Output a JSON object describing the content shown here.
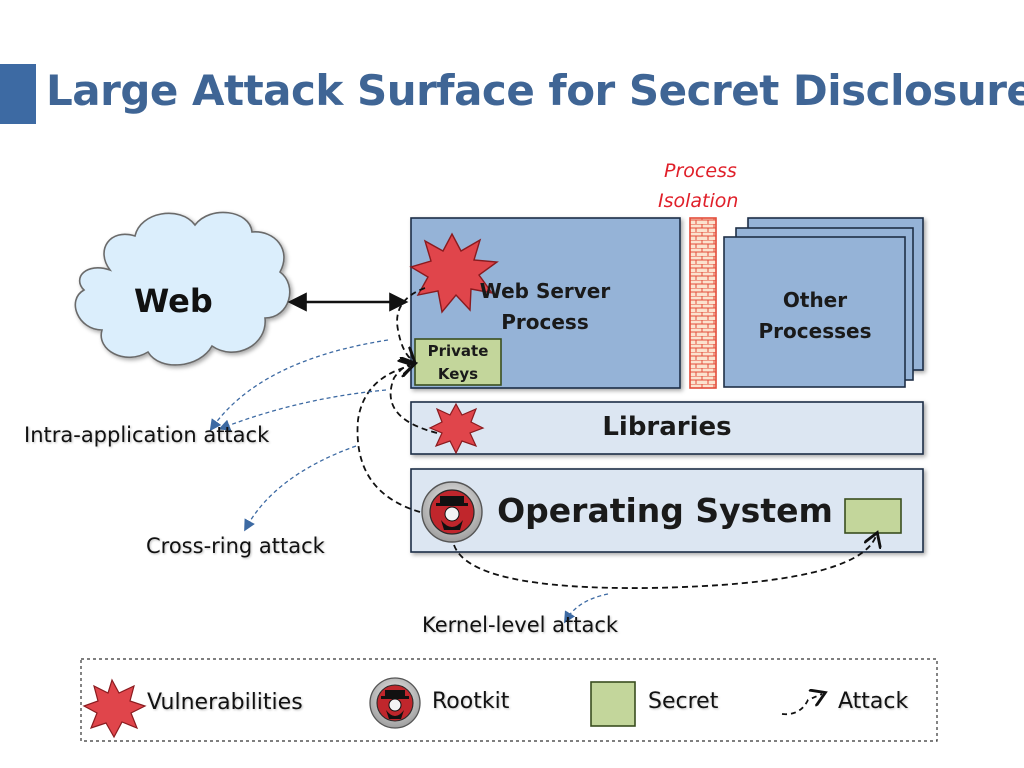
{
  "slide": {
    "title": "Large Attack Surface for Secret Disclosure"
  },
  "diagram": {
    "process_isolation_label_1": "Process",
    "process_isolation_label_2": "Isolation",
    "web_label": "Web",
    "web_server_label_1": "Web Server",
    "web_server_label_2": "Process",
    "private_keys_label_1": "Private",
    "private_keys_label_2": "Keys",
    "other_processes_label_1": "Other",
    "other_processes_label_2": "Processes",
    "libraries_label": "Libraries",
    "os_label": "Operating System",
    "intra_app_attack_label": "Intra-application attack",
    "cross_ring_attack_label": "Cross-ring attack",
    "kernel_level_attack_label": "Kernel-level attack"
  },
  "legend": {
    "vulnerabilities_label": "Vulnerabilities",
    "rootkit_label": "Rootkit",
    "secret_label": "Secret",
    "attack_label": "Attack"
  },
  "colors": {
    "title": "#3f6595",
    "box_blue": "#95b3d7",
    "box_gray": "#dce6f2",
    "secret_green": "#c3d69b",
    "star_red": "#e0454b",
    "isolation_red": "#e34c3a",
    "isolation_label": "#e0202a"
  },
  "icons": [
    "vulnerability-star-icon",
    "rootkit-icon",
    "secret-icon",
    "cloud-icon",
    "firewall-icon"
  ]
}
